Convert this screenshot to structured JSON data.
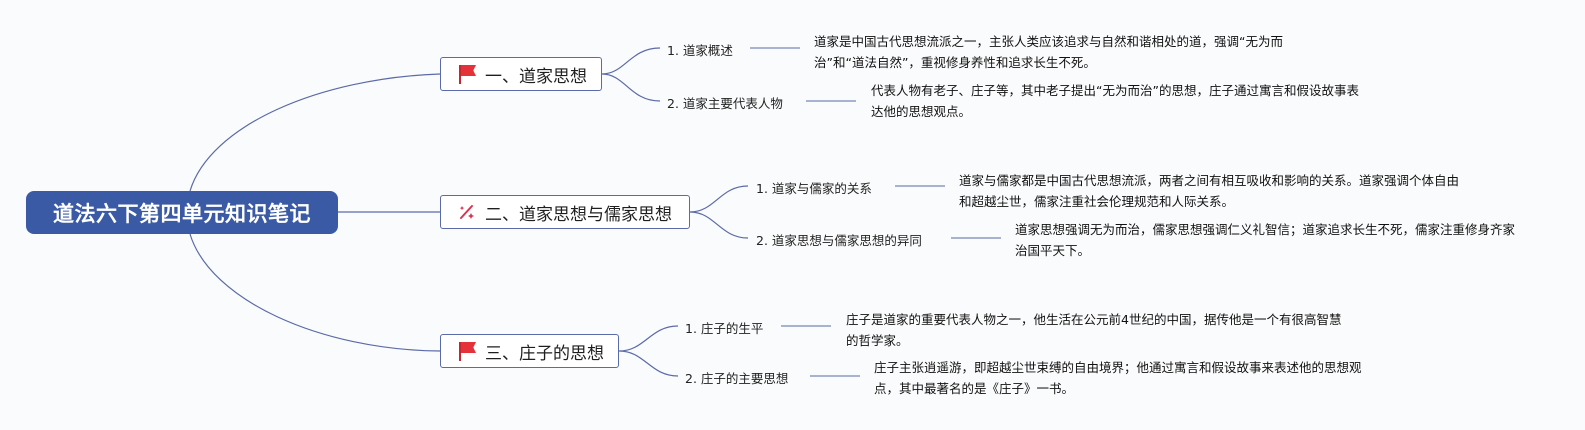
{
  "root": {
    "title": "道法六下第四单元知识笔记"
  },
  "topics": [
    {
      "icon": "flag-icon",
      "label": "一、道家思想",
      "subtopics": [
        {
          "label": "1. 道家概述",
          "detail": "道家是中国古代思想流派之一，主张人类应该追求与自然和谐相处的道，强调“无为而治”和“道法自然”，重视修身养性和追求长生不死。"
        },
        {
          "label": "2. 道家主要代表人物",
          "detail": "代表人物有老子、庄子等，其中老子提出“无为而治”的思想，庄子通过寓言和假设故事表达他的思想观点。"
        }
      ]
    },
    {
      "icon": "sparkle-icon",
      "label": "二、道家思想与儒家思想",
      "subtopics": [
        {
          "label": "1. 道家与儒家的关系",
          "detail": "道家与儒家都是中国古代思想流派，两者之间有相互吸收和影响的关系。道家强调个体自由和超越尘世，儒家注重社会伦理规范和人际关系。"
        },
        {
          "label": "2. 道家思想与儒家思想的异同",
          "detail": "道家思想强调无为而治，儒家思想强调仁义礼智信；道家追求长生不死，儒家注重修身齐家治国平天下。"
        }
      ]
    },
    {
      "icon": "flag-icon",
      "label": "三、庄子的思想",
      "subtopics": [
        {
          "label": "1. 庄子的生平",
          "detail": "庄子是道家的重要代表人物之一，他生活在公元前4世纪的中国，据传他是一个有很高智慧的哲学家。"
        },
        {
          "label": "2. 庄子的主要思想",
          "detail": "庄子主张逍遥游，即超越尘世束缚的自由境界；他通过寓言和假设故事来表述他的思想观点，其中最著名的是《庄子》一书。"
        }
      ]
    }
  ],
  "colors": {
    "root_bg": "#3a5aa5",
    "line": "#5b6aa8",
    "flag": "#e5323a",
    "sparkle": "#d9334f"
  }
}
